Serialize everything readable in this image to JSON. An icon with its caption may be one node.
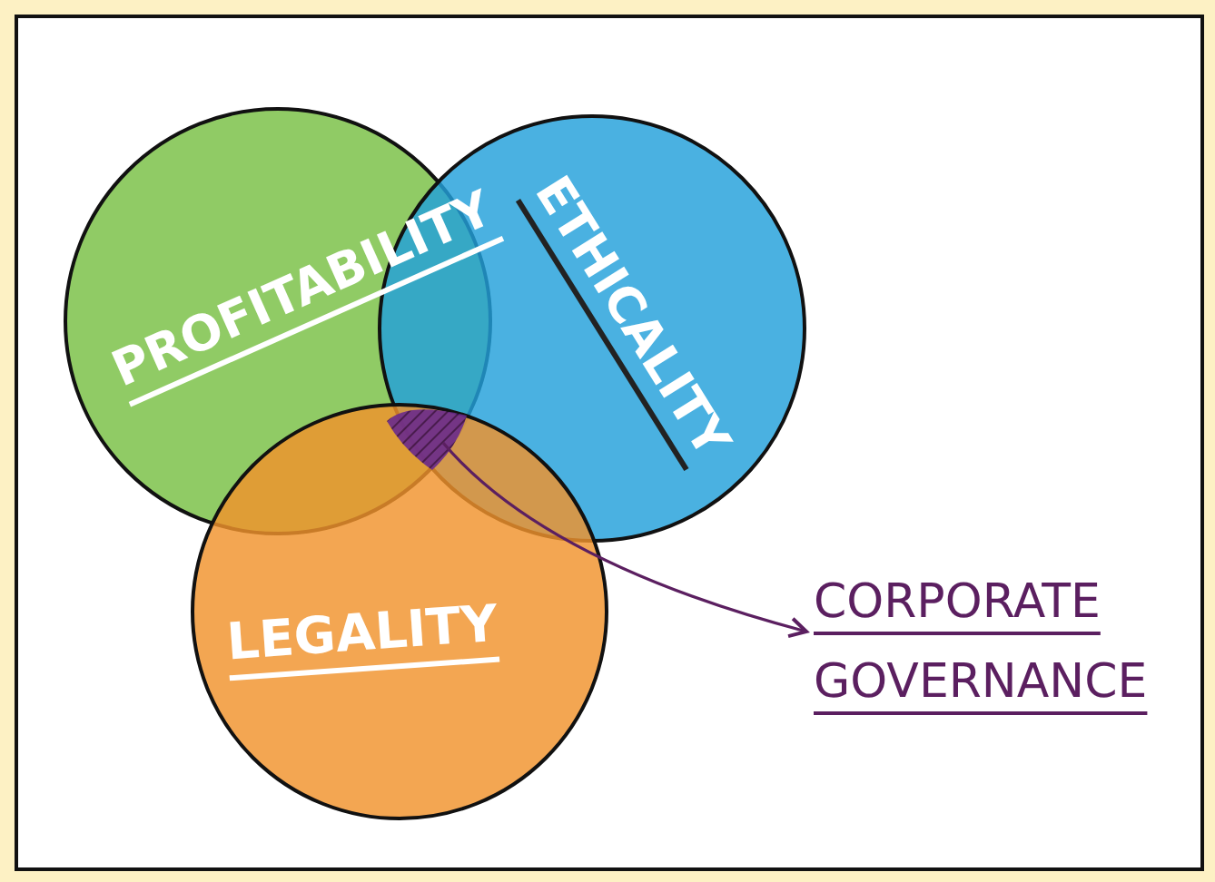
{
  "diagram": {
    "nodes": [
      {
        "text": [
          "PROFITABILITY"
        ]
      },
      {
        "text": [
          "ETHICALITY"
        ]
      },
      {
        "text": [
          "LEGALITY"
        ]
      },
      {
        "text": [
          "CORPORATE GOVERNANCE"
        ]
      },
      {
        "text": [],
        "shape": "region"
      }
    ],
    "edges": [
      {
        "from": 4,
        "to": 3,
        "arrow": "to"
      }
    ]
  }
}
